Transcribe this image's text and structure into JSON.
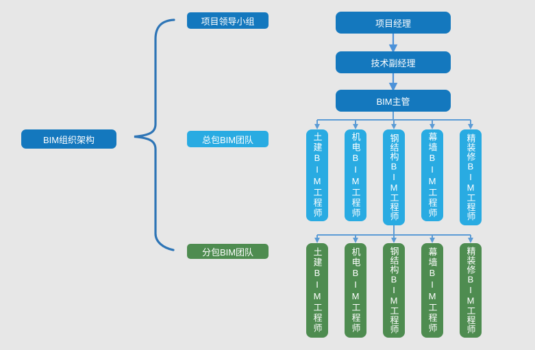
{
  "diagram": {
    "title": "BIM组织架构",
    "root_label": "BIM组织架构",
    "branches": [
      {
        "label": "项目领导小组"
      },
      {
        "label": "总包BIM团队"
      },
      {
        "label": "分包BIM团队"
      }
    ],
    "chain": [
      "项目经理",
      "技术副经理",
      "BIM主管"
    ],
    "general_team": [
      "土建BIM工程师",
      "机电BIM工程师",
      "钢结构BIM工程师",
      "幕墙BIM工程师",
      "精装修BIM工程师"
    ],
    "subcontract_team": [
      "土建BIM工程师",
      "机电BIM工程师",
      "钢结构BIM工程师",
      "幕墙BIM工程师",
      "精装修BIM工程师"
    ]
  },
  "colors": {
    "background": "#e7e7e7",
    "dark_blue": "#1478be",
    "light_blue": "#29abe2",
    "green": "#4e8c50",
    "connector": "#5b9bd5",
    "brace": "#2e75b6",
    "text": "#ffffff"
  }
}
